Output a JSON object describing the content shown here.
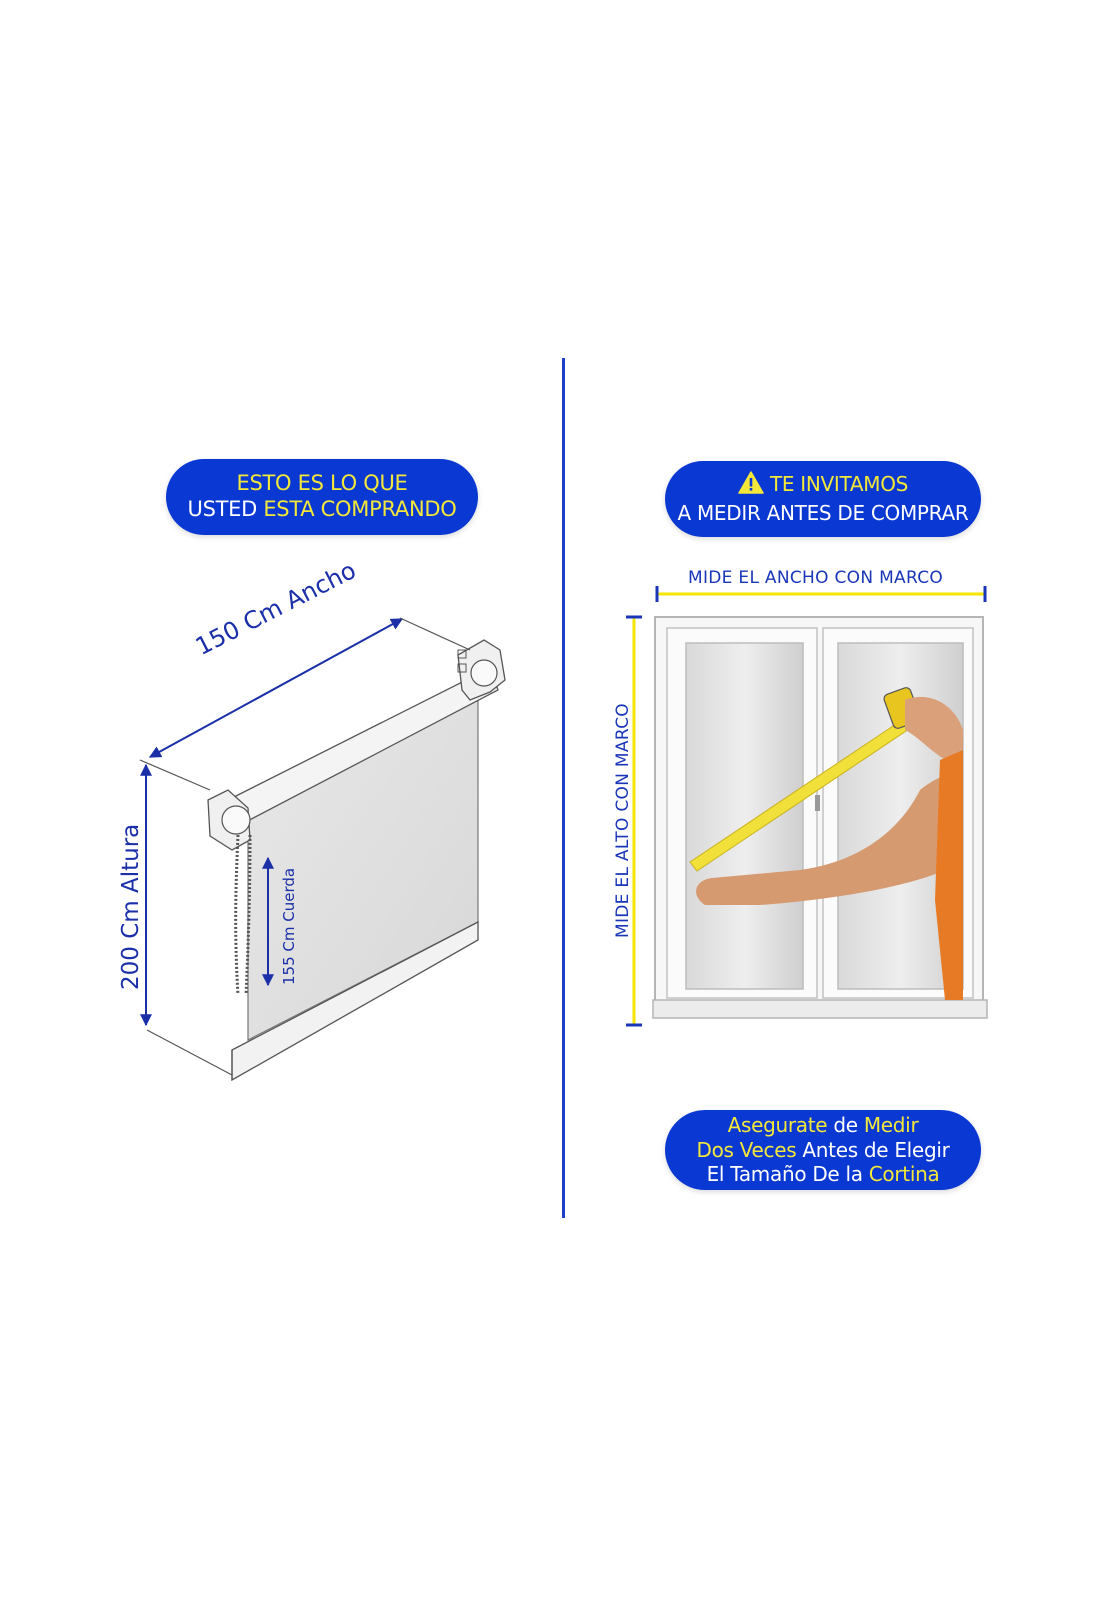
{
  "left_badge": {
    "line1": "ESTO ES LO QUE",
    "line2_prefix": "USTED ",
    "line2_highlight": "ESTA COMPRANDO"
  },
  "right_badge": {
    "line1": "TE INVITAMOS",
    "line2": "A MEDIR ANTES DE COMPRAR"
  },
  "bottom_badge": {
    "l1_a": "Asegurate",
    "l1_b": " de ",
    "l1_c": "Medir",
    "l2_a": "Dos Veces",
    "l2_b": " Antes de Elegir",
    "l3_a": "El Tamaño De la ",
    "l3_b": "Cortina"
  },
  "blind": {
    "width_label": "150 Cm Ancho",
    "height_label": "200 Cm Altura",
    "cord_label": "155 Cm Cuerda"
  },
  "window": {
    "width_label": "MIDE EL ANCHO CON MARCO",
    "height_label": "MIDE EL ALTO CON MARCO"
  },
  "colors": {
    "badge_blue": "#0a38d2",
    "highlight_yellow": "#f3e83a",
    "divider_blue": "#1f3fc9",
    "dimension_yellow": "#f5e500"
  }
}
